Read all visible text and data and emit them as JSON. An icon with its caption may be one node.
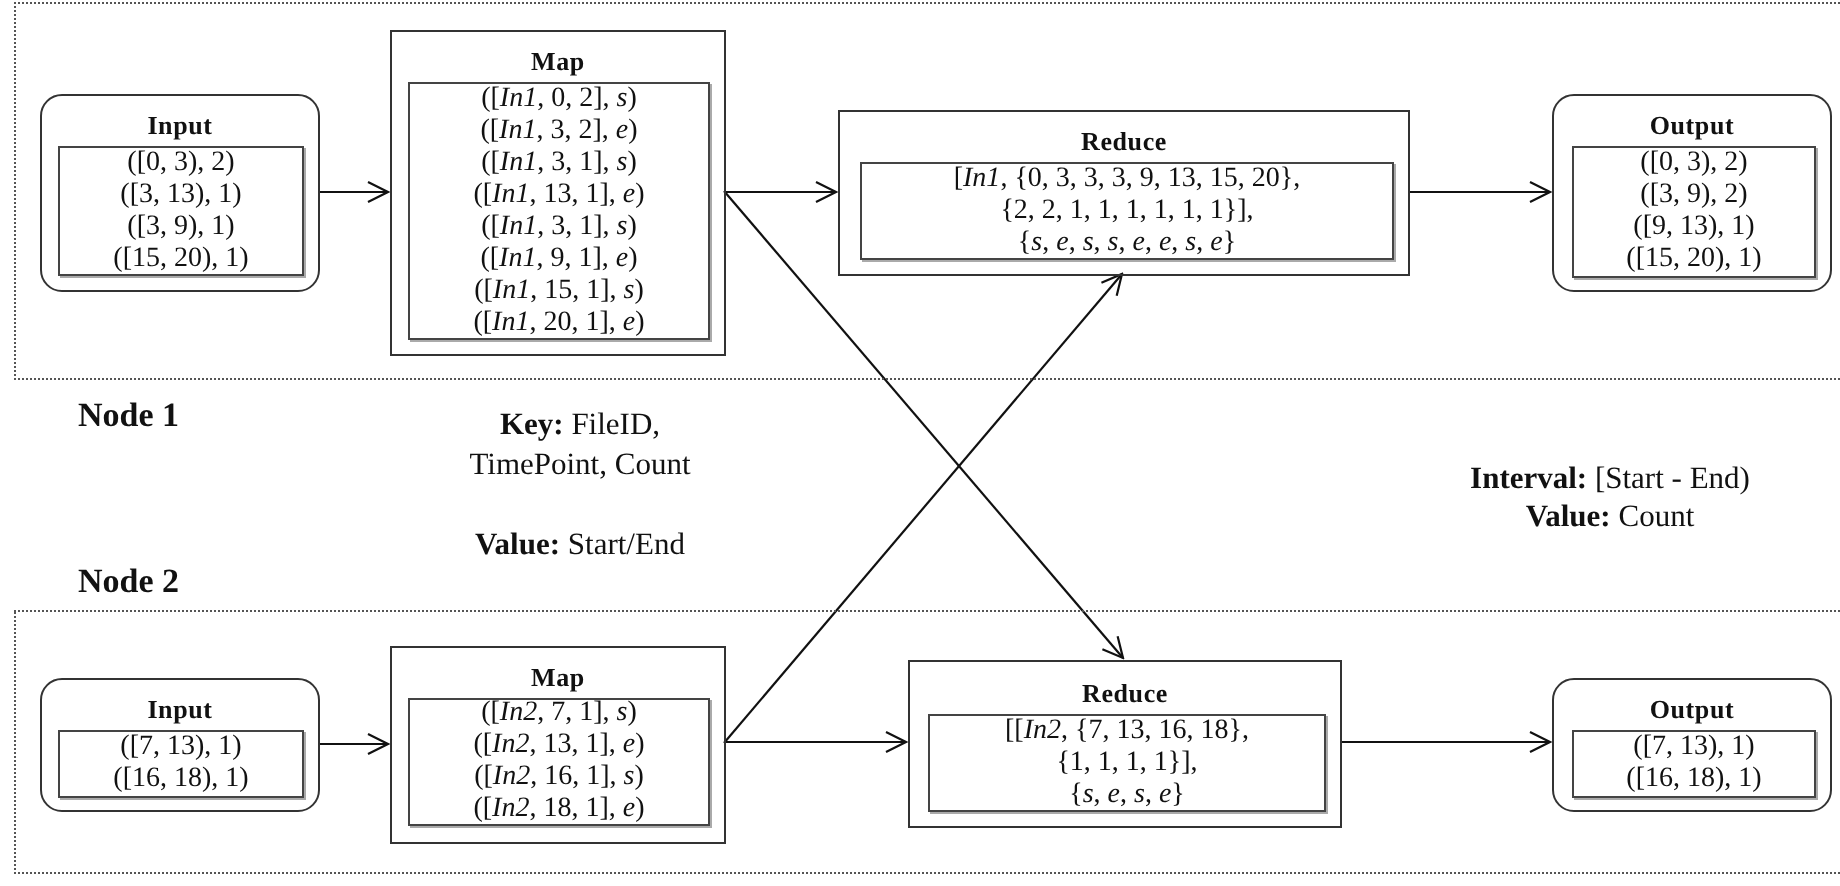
{
  "diagram": {
    "nodes": [
      {
        "text": [
          "Node 1"
        ]
      },
      {
        "text": [
          "Input"
        ],
        "in": 0
      },
      {
        "text": [
          "([0, 3), 2)",
          "([3, 13), 1)",
          "([3, 9), 1)",
          "([15, 20), 1)"
        ],
        "in": 1
      },
      {
        "text": [
          "Map"
        ],
        "in": 0
      },
      {
        "text": [
          "([*In1*, 0, 2], *s*)",
          "([*In1*, 3, 2], *e*)",
          "([*In1*, 3, 1], *s*)",
          "([*In1*, 13, 1], *e*)",
          "([*In1*, 3, 1], *s*)",
          "([*In1*, 9, 1], *e*)",
          "([*In1*, 15, 1], *s*)",
          "([*In1*, 20, 1], *e*)"
        ],
        "in": 3
      },
      {
        "text": [
          "Reduce"
        ],
        "in": 0
      },
      {
        "text": [
          "[*In1*, {0, 3, 3, 3, 9, 13, 15, 20},",
          "{2, 2, 1, 1, 1, 1, 1, 1}],",
          "{*s*, *e*, *s*, *s*, *e*, *e*, *s*, *e*}"
        ],
        "in": 5
      },
      {
        "text": [
          "Output"
        ],
        "in": 0
      },
      {
        "text": [
          "([0, 3), 2)",
          "([3, 9), 2)",
          "([9, 13), 1)",
          "([15, 20), 1)"
        ],
        "in": 7
      },
      {
        "text": [
          "Node 2"
        ]
      },
      {
        "text": [
          "Input"
        ],
        "in": 9
      },
      {
        "text": [
          "([7, 13), 1)",
          "([16, 18), 1)"
        ],
        "in": 10
      },
      {
        "text": [
          "Map"
        ],
        "in": 9
      },
      {
        "text": [
          "([*In2*, 7, 1], *s*)",
          "([*In2*, 13, 1], *e*)",
          "([*In2*, 16, 1], *s*)",
          "([*In2*, 18, 1], *e*)"
        ],
        "in": 12
      },
      {
        "text": [
          "Reduce"
        ],
        "in": 9
      },
      {
        "text": [
          "[[*In2*, {7, 13, 16, 18},",
          "{1, 1, 1, 1}],",
          "{*s*, *e*, *s*, *e*}"
        ],
        "in": 14
      },
      {
        "text": [
          "Output"
        ],
        "in": 9
      },
      {
        "text": [
          "([7, 13), 1)",
          "([16, 18), 1)"
        ],
        "in": 16
      }
    ],
    "edges": [
      {
        "from": 1,
        "to": 3,
        "arrow": "to"
      },
      {
        "from": 3,
        "to": 5,
        "arrow": "to"
      },
      {
        "from": 3,
        "to": 14,
        "arrow": "to"
      },
      {
        "from": 5,
        "to": 7,
        "arrow": "to"
      },
      {
        "from": 10,
        "to": 12,
        "arrow": "to"
      },
      {
        "from": 12,
        "to": 14,
        "arrow": "to"
      },
      {
        "from": 12,
        "to": 5,
        "arrow": "to"
      },
      {
        "from": 14,
        "to": 16,
        "arrow": "to"
      }
    ],
    "labels": [
      "**Key:** FileID, TimePoint, Count",
      "**Value:** Start/End",
      "**Interval:** [Start - End)",
      "**Value:** Count"
    ]
  }
}
